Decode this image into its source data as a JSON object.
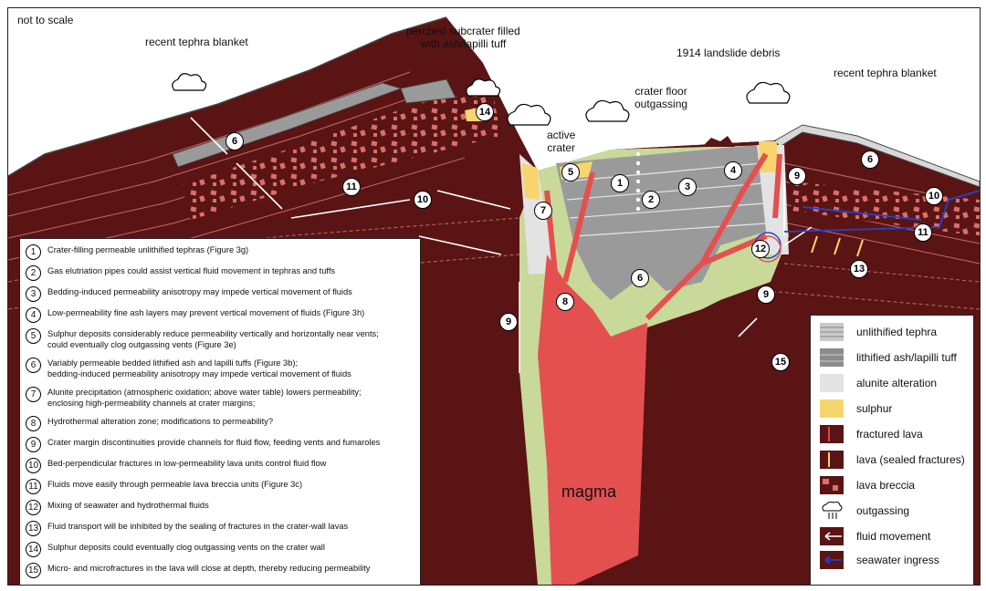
{
  "header": {
    "scale_note": "not to scale"
  },
  "labels": {
    "tephra_left": "recent tephra blanket",
    "subcrater": "perched subcrater filled\nwith ash/lapilli tuff",
    "landslide": "1914 landslide debris",
    "tephra_right": "recent tephra blanket",
    "crater_floor": "crater floor\noutgassing",
    "active_crater": "active\ncrater",
    "magma": "magma"
  },
  "markers": [
    "6",
    "14",
    "5",
    "1",
    "2",
    "3",
    "4",
    "7",
    "11",
    "10",
    "12",
    "6",
    "9",
    "10",
    "11",
    "13",
    "8",
    "9",
    "6",
    "9",
    "15"
  ],
  "notes": [
    {
      "n": "1",
      "text": "Crater-filling permeable unlithified tephras (Figure 3g)"
    },
    {
      "n": "2",
      "text": "Gas elutriation pipes could assist vertical fluid movement in tephras and tuffs"
    },
    {
      "n": "3",
      "text": "Bedding-induced permeability anisotropy may impede vertical movement of fluids"
    },
    {
      "n": "4",
      "text": "Low-permeability fine ash layers may prevent vertical movement of fluids (Figure 3h)"
    },
    {
      "n": "5",
      "text": "Sulphur deposits considerably reduce permeability vertically and horizontally near vents;\ncould eventually clog outgassing vents (Figure 3e)"
    },
    {
      "n": "6",
      "text": "Variably permeable bedded lithified ash and lapilli tuffs (Figure 3b);\nbedding-induced permeability anisotropy may impede vertical movement of fluids"
    },
    {
      "n": "7",
      "text": "Alunite precipitation (atmospheric oxidation; above water table) lowers permeability;\nenclosing high-permeability channels at crater margins;"
    },
    {
      "n": "8",
      "text": "Hydrothermal alteration zone; modifications to permeability?"
    },
    {
      "n": "9",
      "text": "Crater margin discontinuities provide channels for fluid flow, feeding vents and fumaroles"
    },
    {
      "n": "10",
      "text": "Bed-perpendicular fractures in low-permeability lava units control fluid flow"
    },
    {
      "n": "11",
      "text": "Fluids move easily through permeable lava breccia units (Figure 3c)"
    },
    {
      "n": "12",
      "text": "Mixing of seawater and hydrothermal fluids"
    },
    {
      "n": "13",
      "text": "Fluid transport will be inhibited by the sealing of fractures in the crater-wall lavas"
    },
    {
      "n": "14",
      "text": "Sulphur deposits could eventually clog outgassing vents on the crater wall"
    },
    {
      "n": "15",
      "text": "Micro- and microfractures in the lava will close at depth, thereby reducing permeability"
    }
  ],
  "legend": [
    {
      "key": "unlithified-tephra",
      "label": "unlithified tephra"
    },
    {
      "key": "lithified-tuff",
      "label": "lithified ash/lapilli tuff"
    },
    {
      "key": "alunite",
      "label": "alunite alteration"
    },
    {
      "key": "sulphur",
      "label": "sulphur"
    },
    {
      "key": "fractured-lava",
      "label": "fractured lava"
    },
    {
      "key": "sealed-lava",
      "label": "lava (sealed fractures)"
    },
    {
      "key": "lava-breccia",
      "label": "lava breccia"
    },
    {
      "key": "outgassing",
      "label": "outgassing"
    },
    {
      "key": "fluid-movement",
      "label": "fluid movement"
    },
    {
      "key": "seawater",
      "label": "seawater ingress"
    }
  ],
  "colors": {
    "lava": "#5a1414",
    "magma": "#e4504f",
    "alteration": "#c8d99a",
    "alunite": "#e3e3e3",
    "sulphur": "#f7d56e",
    "tephra_light": "#c9c9c9",
    "tuff_dark": "#8c8c8c",
    "breccia": "#d9716b",
    "seawater": "#1f43d1",
    "fracture": "#d94a4a"
  }
}
